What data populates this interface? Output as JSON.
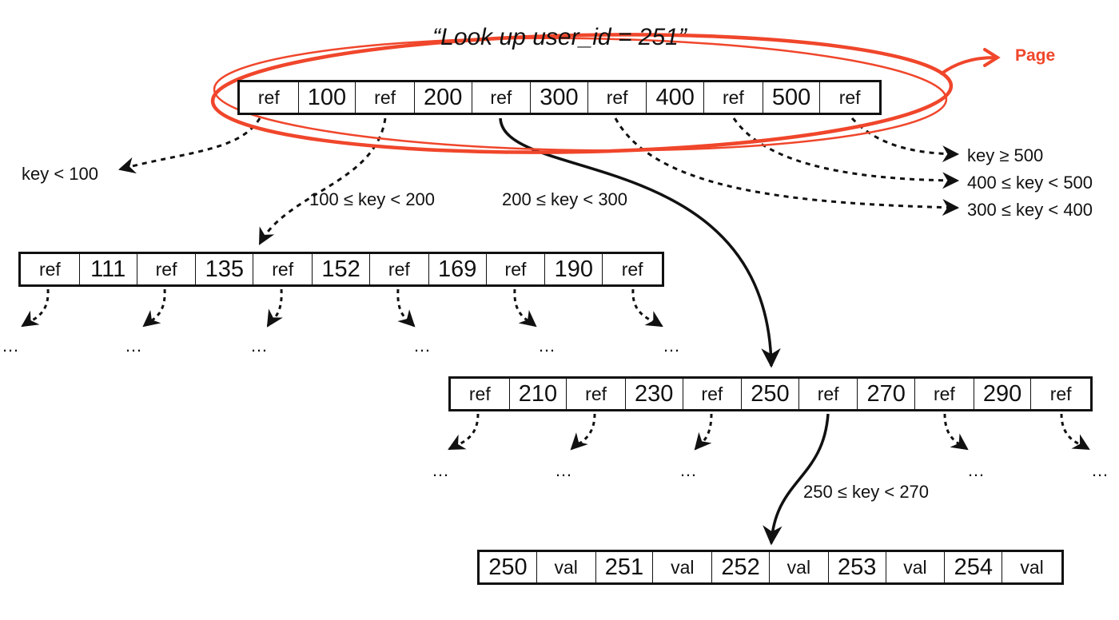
{
  "title": "“Look up user_id = 251”",
  "page_label": "Page",
  "nodes": {
    "root": [
      "ref",
      "100",
      "ref",
      "200",
      "ref",
      "300",
      "ref",
      "400",
      "ref",
      "500",
      "ref"
    ],
    "level1": [
      "ref",
      "111",
      "ref",
      "135",
      "ref",
      "152",
      "ref",
      "169",
      "ref",
      "190",
      "ref"
    ],
    "level2": [
      "ref",
      "210",
      "ref",
      "230",
      "ref",
      "250",
      "ref",
      "270",
      "ref",
      "290",
      "ref"
    ],
    "leaf": [
      "250",
      "val",
      "251",
      "val",
      "252",
      "val",
      "253",
      "val",
      "254",
      "val"
    ]
  },
  "labels": {
    "key_lt_100": "key < 100",
    "range_100_200": "100 ≤ key < 200",
    "range_200_300": "200 ≤ key < 300",
    "key_ge_500": "key ≥ 500",
    "range_400_500": "400 ≤ key < 500",
    "range_300_400": "300 ≤ key < 400",
    "range_250_270": "250 ≤ key < 270"
  },
  "ellipsis": "…",
  "colors": {
    "page_outline": "#f0462b",
    "ink": "#111111"
  }
}
